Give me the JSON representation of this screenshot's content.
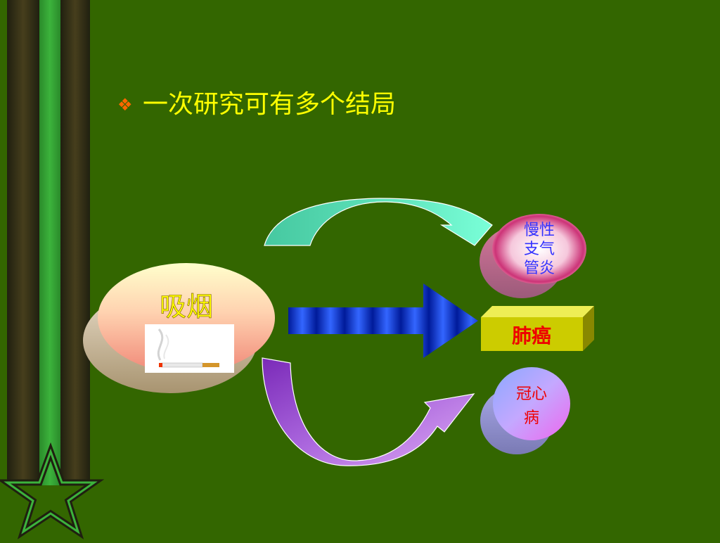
{
  "slide": {
    "bullet_text": "一次研究可有多个结局",
    "exposure": {
      "label": "吸烟",
      "picture": "cigarette-image"
    },
    "outcomes": {
      "bronchitis": [
        "慢性",
        "支气",
        "管炎"
      ],
      "lung_cancer": "肺癌",
      "heart_disease": [
        "冠心",
        "病"
      ]
    }
  },
  "colors": {
    "background": "#336600",
    "title_text": "#FFFF00",
    "bullet": "#FF6600",
    "stripe_dark": "#302a14",
    "stripe_green": "#33a033",
    "arrow_top": "#66ffcc",
    "arrow_main": "#0022cc",
    "arrow_bottom": "#bb77ee",
    "lung_cancer_box": "#cccc00",
    "outcome_text_blue": "#3333ff",
    "outcome_text_red": "#ee0000"
  }
}
